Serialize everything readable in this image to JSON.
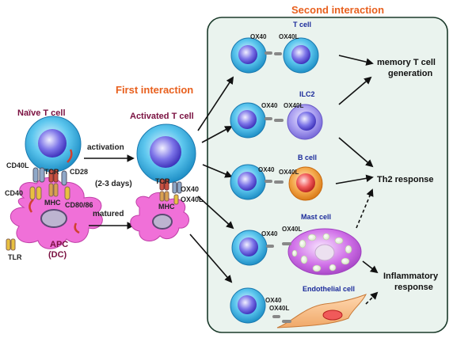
{
  "titles": {
    "second_interaction": "Second interaction",
    "first_interaction": "First interaction"
  },
  "left": {
    "naive_t_cell": "Naïve T cell",
    "activated_t_cell": "Activated T cell",
    "activation": "activation",
    "duration": "(2-3 days)",
    "matured": "matured",
    "apc_line1": "APC",
    "apc_line2": "(DC)",
    "tlr": "TLR",
    "cd40l": "CD40L",
    "tcr": "TCR",
    "cd28": "CD28",
    "cd40": "CD40",
    "mhc": "MHC",
    "cd80_86": "CD80/86",
    "tcr2": "TCR",
    "ox40": "OX40",
    "ox40l": "OX40L",
    "mhc2": "MHC"
  },
  "right": {
    "t_cell": "T cell",
    "ilc2": "ILC2",
    "b_cell": "B cell",
    "mast_cell": "Mast cell",
    "endothelial_cell": "Endothelial  cell",
    "ox40_1": "OX40",
    "ox40l_1": "OX40L",
    "ox40_2": "OX40",
    "ox40l_2": "OX40L",
    "ox40_3": "OX40",
    "ox40l_3": "OX40L",
    "ox40_4": "OX40",
    "ox40l_4": "OX40L",
    "ox40_5": "OX40",
    "ox40l_5": "OX40L"
  },
  "outcomes": {
    "memory_line1": "memory T cell",
    "memory_line2": "generation",
    "th2": "Th2 response",
    "inflam_line1": "Inflammatory",
    "inflam_line2": "response"
  }
}
